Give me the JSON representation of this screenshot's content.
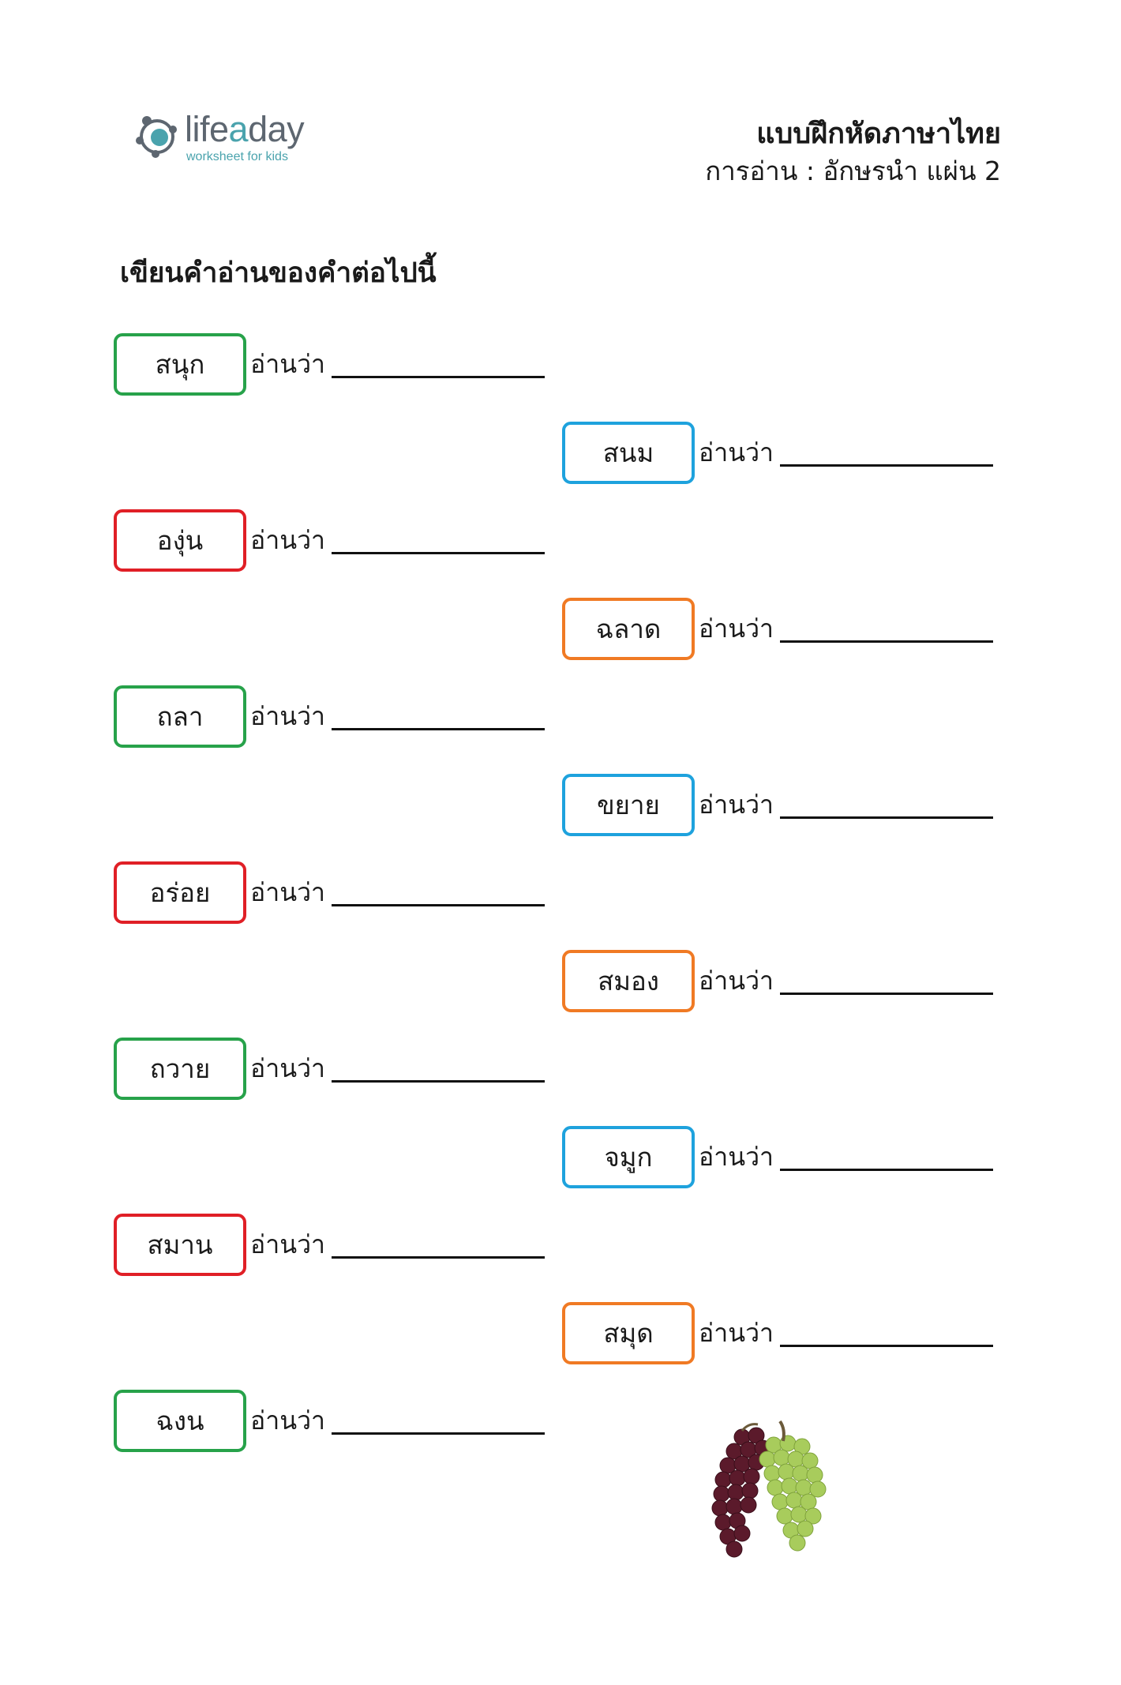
{
  "logo": {
    "name_left": "life",
    "name_accent": "a",
    "name_right": "day",
    "tagline": "worksheet for kids",
    "accent_color": "#4aa3ad",
    "text_color": "#5d6670",
    "icon": "molecule-icon"
  },
  "header": {
    "title": "แบบฝึกหัดภาษาไทย",
    "subtitle": "การอ่าน : อักษรนำ แผ่น 2"
  },
  "instruction": "เขียนคำอ่านของคำต่อไปนี้",
  "items": [
    {
      "word": "สนุก",
      "label": "อ่านว่า",
      "color": "#27a24a"
    },
    {
      "word": "สนม",
      "label": "อ่านว่า",
      "color": "#1ea2dd"
    },
    {
      "word": "องุ่น",
      "label": "อ่านว่า",
      "color": "#e01f26"
    },
    {
      "word": "ฉลาด",
      "label": "อ่านว่า",
      "color": "#f07a24"
    },
    {
      "word": "ถลา",
      "label": "อ่านว่า",
      "color": "#27a24a"
    },
    {
      "word": "ขยาย",
      "label": "อ่านว่า",
      "color": "#1ea2dd"
    },
    {
      "word": "อร่อย",
      "label": "อ่านว่า",
      "color": "#e01f26"
    },
    {
      "word": "สมอง",
      "label": "อ่านว่า",
      "color": "#f07a24"
    },
    {
      "word": "ถวาย",
      "label": "อ่านว่า",
      "color": "#27a24a"
    },
    {
      "word": "จมูก",
      "label": "อ่านว่า",
      "color": "#1ea2dd"
    },
    {
      "word": "สมาน",
      "label": "อ่านว่า",
      "color": "#e01f26"
    },
    {
      "word": "สมุด",
      "label": "อ่านว่า",
      "color": "#f07a24"
    },
    {
      "word": "ฉงน",
      "label": "อ่านว่า",
      "color": "#27a24a"
    }
  ],
  "illustration": {
    "icon": "grapes-icon",
    "colors": [
      "#5b1a2b",
      "#a8cc5c"
    ]
  }
}
